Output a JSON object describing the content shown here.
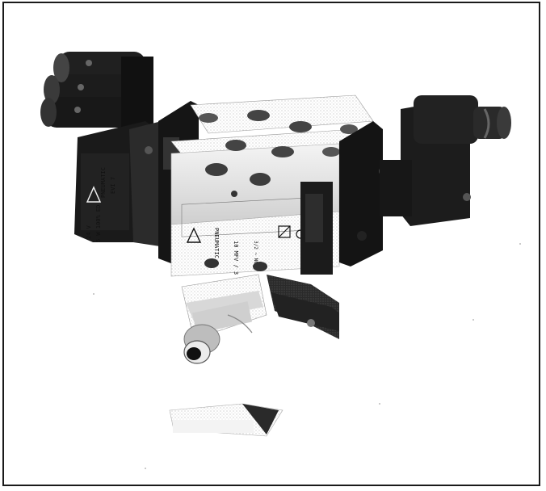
{
  "image": {
    "background": "#ffffff",
    "frame_color": "#1a1a1a",
    "ink_color": "#1b1b1b"
  },
  "markings": {
    "brand": "PNEUMATIC",
    "coil_left_code": "EVI 7",
    "coil_left_rating": "24 V",
    "coil_left_serial": "5 W 100% ED",
    "body_brand": "PNEUMATIC",
    "body_model": "10 MFV / 3 Ro",
    "body_code": "3/2 ~ NC ~"
  }
}
